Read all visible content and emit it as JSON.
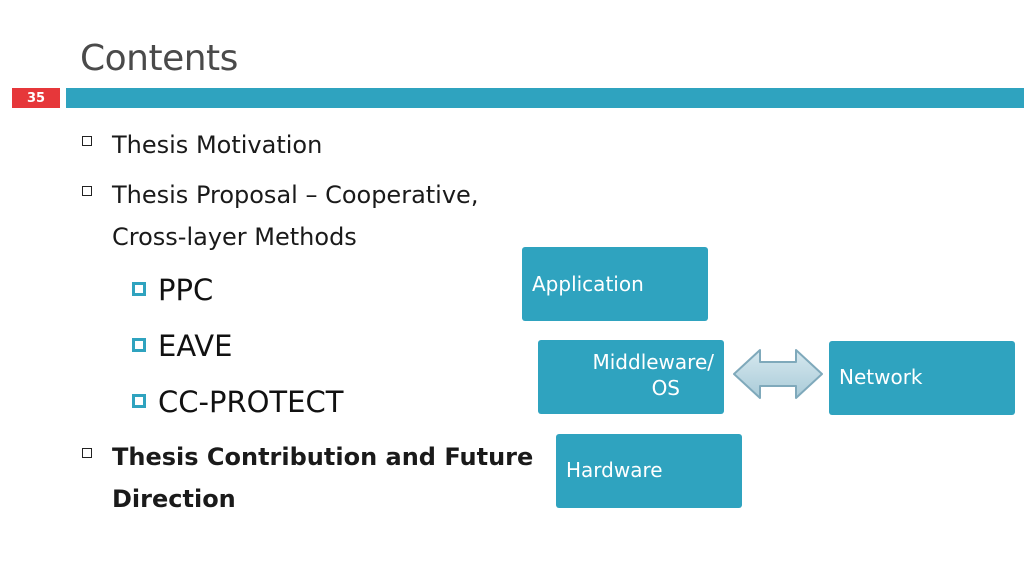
{
  "slide": {
    "title": "Contents",
    "number": "35",
    "colors": {
      "accent": "#2fa3bf",
      "number_badge": "#e6373a"
    }
  },
  "bullets": [
    {
      "text": "Thesis Motivation"
    },
    {
      "text_line1": "Thesis Proposal – Cooperative,",
      "text_line2": "Cross-layer Methods"
    },
    {
      "text_line1": "Thesis Contribution and Future",
      "text_line2": "Direction"
    }
  ],
  "sub_bullets": [
    {
      "text": "PPC"
    },
    {
      "text": "EAVE"
    },
    {
      "text": "CC-PROTECT"
    }
  ],
  "diagram": {
    "application": "Application",
    "middleware_line1": "Middleware/",
    "middleware_line2": "OS",
    "network": "Network",
    "hardware": "Hardware",
    "arrow_icon": "double-headed-arrow-icon"
  }
}
